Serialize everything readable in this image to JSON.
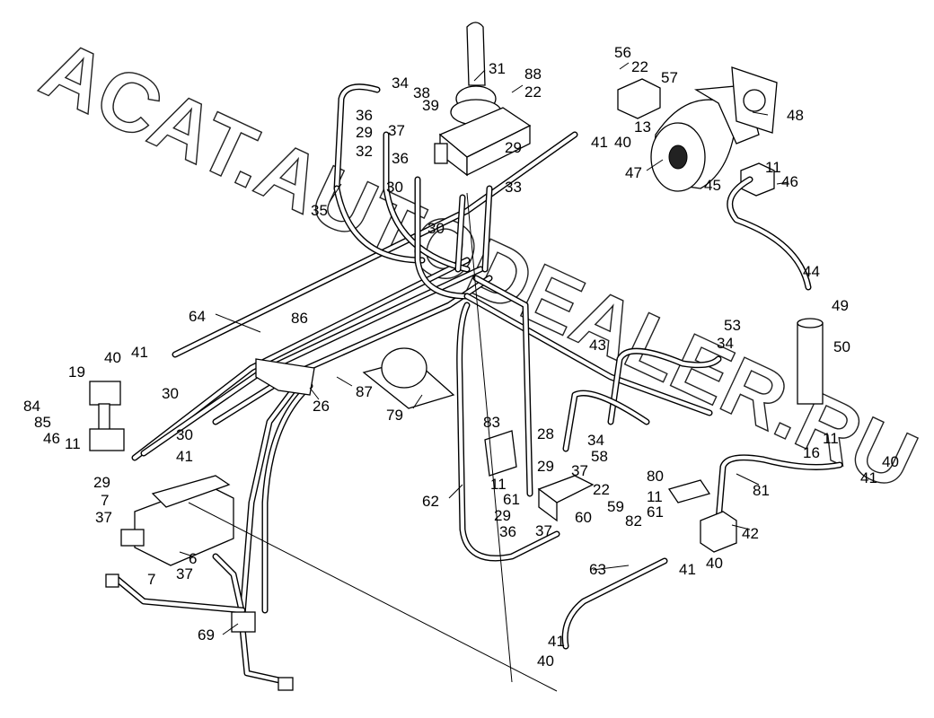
{
  "watermark": "ACAT.AUTODEALER.RU",
  "callouts": [
    "31",
    "88",
    "22",
    "56",
    "22",
    "57",
    "48",
    "34",
    "38",
    "39",
    "36",
    "29",
    "37",
    "32",
    "36",
    "41",
    "40",
    "13",
    "47",
    "45",
    "11",
    "46",
    "35",
    "30",
    "30",
    "29",
    "33",
    "44",
    "49",
    "50",
    "64",
    "86",
    "53",
    "34",
    "43",
    "40",
    "41",
    "19",
    "30",
    "87",
    "26",
    "79",
    "84",
    "85",
    "46",
    "11",
    "30",
    "41",
    "29",
    "7",
    "37",
    "6",
    "7",
    "37",
    "83",
    "28",
    "34",
    "58",
    "29",
    "37",
    "22",
    "59",
    "60",
    "11",
    "61",
    "62",
    "29",
    "36",
    "37",
    "80",
    "11",
    "61",
    "82",
    "81",
    "16",
    "11",
    "41",
    "40",
    "42",
    "63",
    "41",
    "40",
    "69",
    "41",
    "40"
  ]
}
